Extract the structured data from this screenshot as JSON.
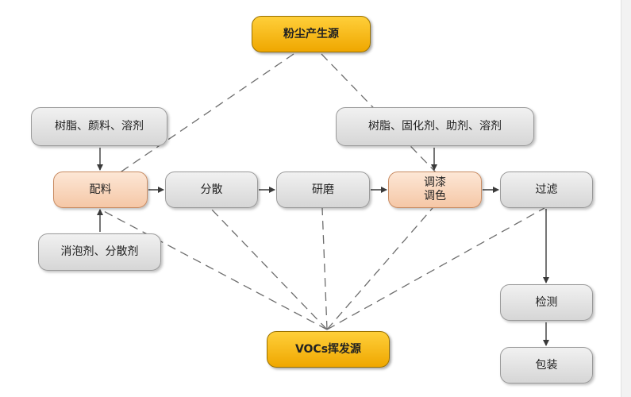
{
  "nodes": {
    "dust_source": "粉尘产生源",
    "voc_source": "VOCs挥发源",
    "input_1": "树脂、颜料、溶剂",
    "input_2": "树脂、固化剂、助剂、溶剂",
    "input_3": "消泡剂、分散剂",
    "step_batching": "配料",
    "step_dispersion": "分散",
    "step_grinding": "研磨",
    "step_tinting_line1": "调漆",
    "step_tinting_line2": "调色",
    "step_filtering": "过滤",
    "step_testing": "检测",
    "step_packaging": "包装"
  },
  "colors": {
    "process_step": "#f7cfb3",
    "input_box": "#dcdcdc",
    "source_box": "#f6b400",
    "arrow": "#3a3a3a",
    "dashed_line": "#6d6d6d"
  }
}
